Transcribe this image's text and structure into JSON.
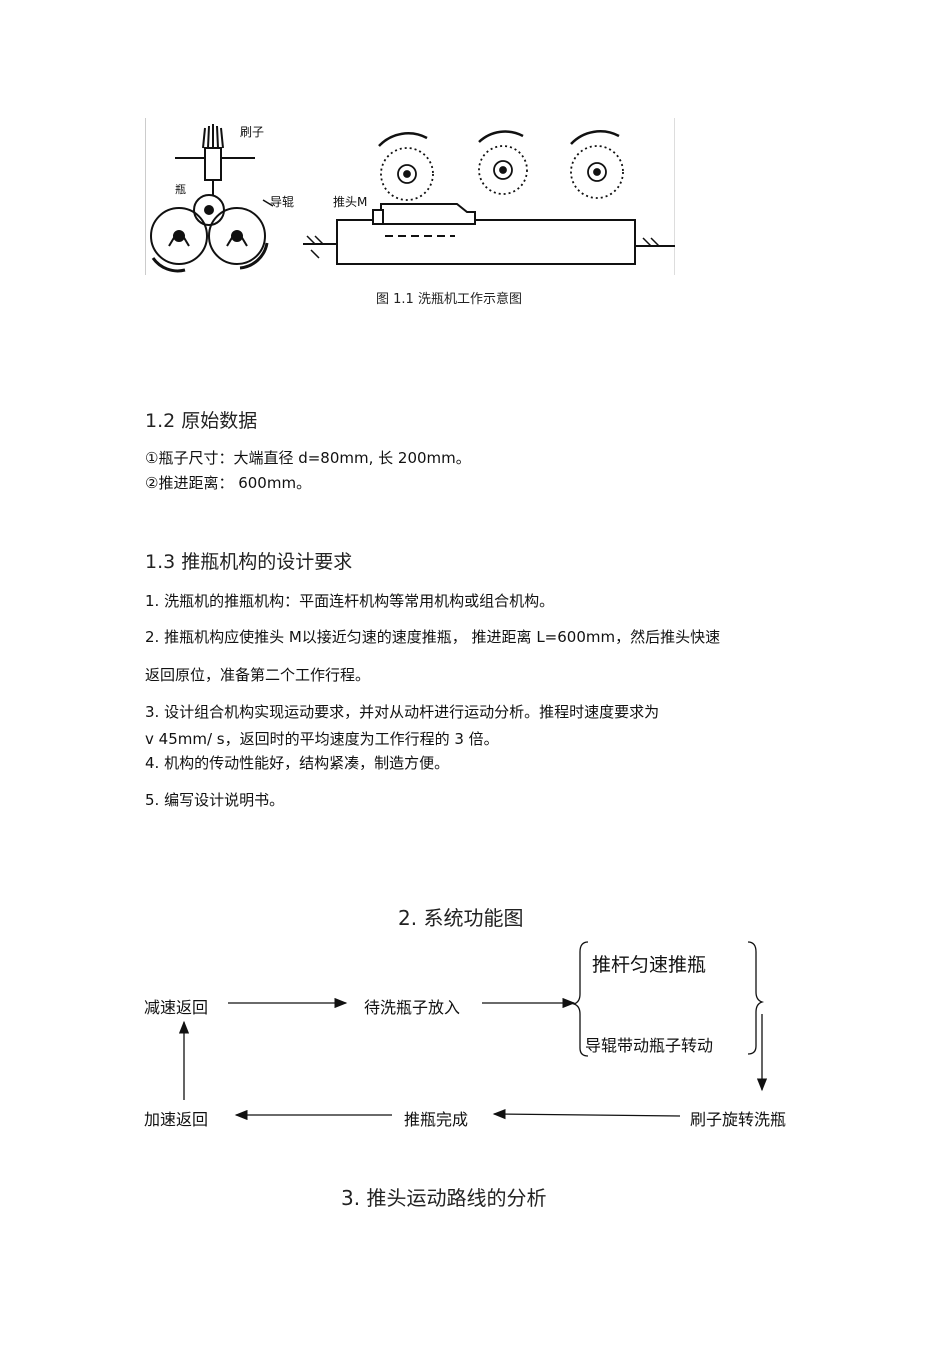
{
  "figure": {
    "labels": {
      "brush": "刷子",
      "bottle": "瓶",
      "guide_roller": "导辊",
      "push_head": "推头M"
    },
    "caption": "图 1.1      洗瓶机工作示意图"
  },
  "section_1_2": {
    "heading": "1.2  原始数据",
    "line1": "①瓶子尺寸：大端直径    d=80mm,  长 200mm。",
    "line2": "②推进距离：    600mm。"
  },
  "section_1_3": {
    "heading": "1.3   推瓶机构的设计要求",
    "item1": "1. 洗瓶机的推瓶机构：平面连杆机构等常用机构或组合机构。",
    "item2a": "2. 推瓶机构应使推头    M以接近匀速的速度推瓶，    推进距离   L=600mm，然后推头快速",
    "item2b": "返回原位，准备第二个工作行程。",
    "item3a": "3. 设计组合机构实现运动要求，并对从动杆进行运动分析。推程时速度要求为",
    "item3b": "v    45mm/ s，返回时的平均速度为工作行程的       3 倍。",
    "item4": "4. 机构的传动性能好，结构紧凑，制造方便。",
    "item5": "5. 编写设计说明书。"
  },
  "section_2": {
    "heading": "2. 系统功能图",
    "nodes": {
      "decel_return": "减速返回",
      "load_bottle": "待洗瓶子放入",
      "push_uniform": "推杆匀速推瓶",
      "roller_rotate": "导辊带动瓶子转动",
      "brush_wash": "刷子旋转洗瓶",
      "push_done": "推瓶完成",
      "accel_return": "加速返回"
    }
  },
  "section_3": {
    "heading": "3.   推头运动路线的分析"
  }
}
